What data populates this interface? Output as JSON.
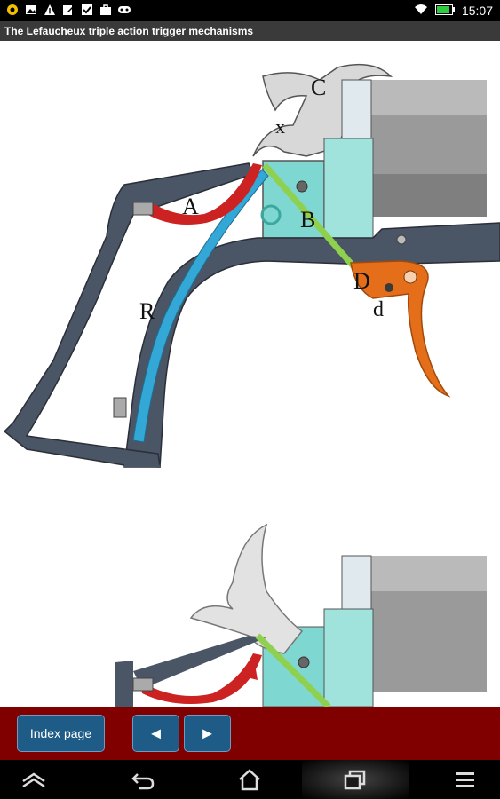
{
  "status": {
    "time": "15:07",
    "left_icons": [
      "notification-icon",
      "image-icon",
      "warning-icon",
      "edit-icon",
      "check-icon",
      "briefcase-icon",
      "gamepad-icon"
    ],
    "right_icons": [
      "wifi-icon",
      "battery-icon"
    ]
  },
  "title": "The Lefaucheux triple action trigger mechanisms",
  "diagram": {
    "labels": {
      "A": "A",
      "B": "B",
      "C": "C",
      "D": "D",
      "d": "d",
      "R": "R",
      "x": "x"
    },
    "colors": {
      "frame": "#4a5566",
      "cylinder": "#8a8a8a",
      "hammer": "#d8d8d8",
      "trigger": "#e46e1a",
      "mainspring": "#33a7d6",
      "sear_spring": "#cc2222",
      "plate": "#7ed7d0",
      "bar": "#8fd14f"
    }
  },
  "toolbar": {
    "index_label": "Index page",
    "prev_symbol": "◄",
    "next_symbol": "►"
  },
  "navbar": {
    "icons": [
      "collapse-icon",
      "back-icon",
      "home-icon",
      "recent-apps-icon",
      "menu-icon"
    ]
  }
}
